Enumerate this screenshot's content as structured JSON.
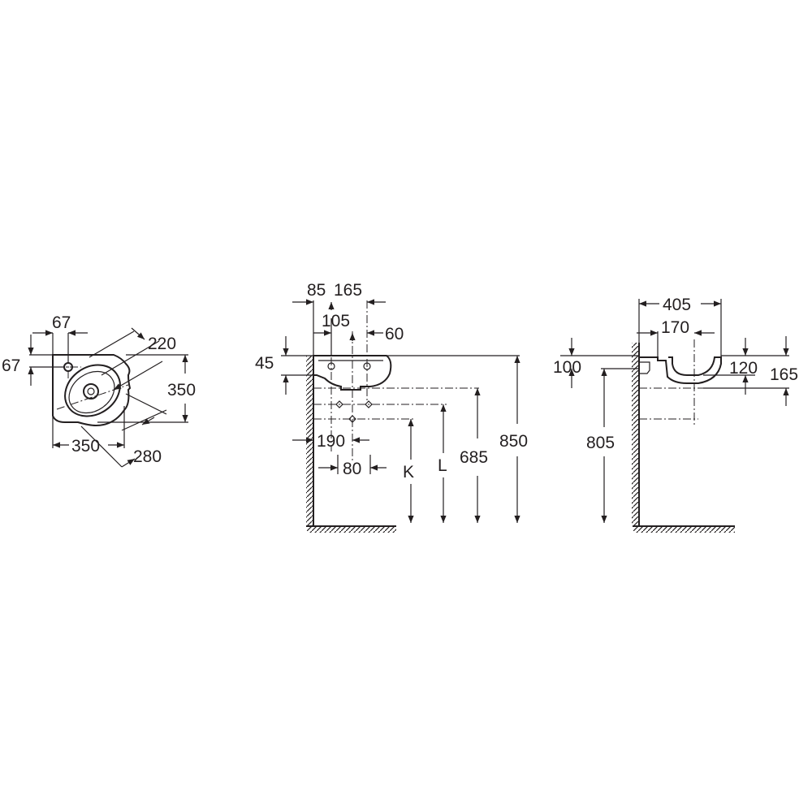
{
  "drawing": {
    "plan_view": {
      "dims": {
        "d67_top": "67",
        "d67_left": "67",
        "d220": "220",
        "d350_right": "350",
        "d350_bottom": "350",
        "d280": "280"
      }
    },
    "front_view": {
      "dims": {
        "d85": "85",
        "d165": "165",
        "d105": "105",
        "d60": "60",
        "d45": "45",
        "d190": "190",
        "d80": "80",
        "dK": "K",
        "dL": "L",
        "d685": "685",
        "d850": "850"
      }
    },
    "side_view": {
      "dims": {
        "d405": "405",
        "d170": "170",
        "d100": "100",
        "d120": "120",
        "d165": "165",
        "d805": "805"
      }
    }
  }
}
